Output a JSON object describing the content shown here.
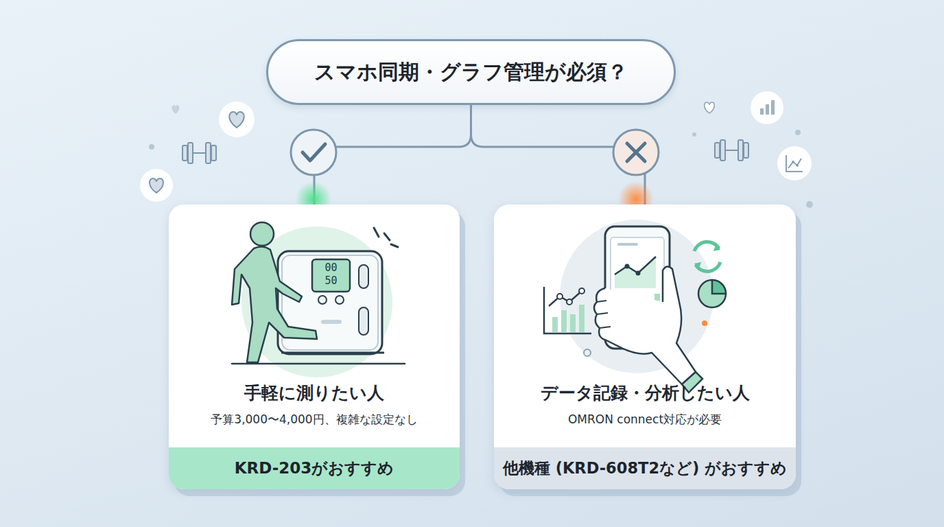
{
  "diagram": {
    "nodes": [
      {
        "text": [
          "スマホ同期・グラフ管理が必須？"
        ]
      },
      {
        "text": [
          "手軽に測りたい人",
          "予算3,000〜4,000円、複雑な設定なし"
        ]
      },
      {
        "text": [
          "KRD-203がおすすめ"
        ],
        "in": 1
      },
      {
        "text": [
          "データ記録・分析したい人",
          "OMRON connect対応が必要"
        ]
      },
      {
        "text": [
          "他機種 (KRD-608T2など) がおすすめ"
        ],
        "in": 3
      }
    ],
    "edges": [
      {
        "from": 0,
        "to": 1,
        "arrow": "none"
      },
      {
        "from": 0,
        "to": 3,
        "arrow": "none"
      }
    ],
    "labels": [
      "00",
      "50"
    ]
  }
}
